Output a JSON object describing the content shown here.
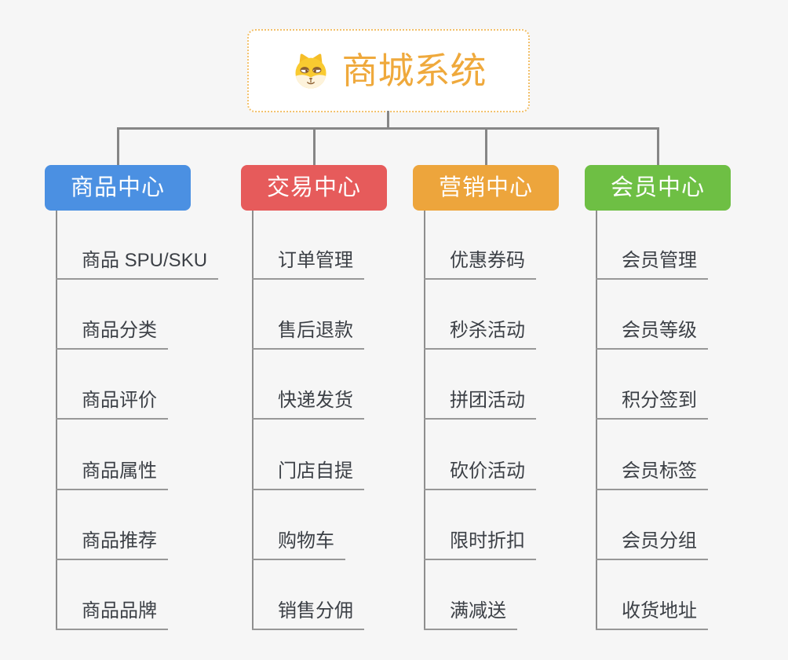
{
  "canvas": {
    "background": "#F6F6F6"
  },
  "root": {
    "title": "商城系统",
    "title_color": "#EFA93C",
    "border_color": "#F2C06A",
    "icon": "dog-face-icon"
  },
  "connector_color": "#868686",
  "branches": [
    {
      "label": "商品中心",
      "color": "#4B90E2",
      "items": [
        "商品 SPU/SKU",
        "商品分类",
        "商品评价",
        "商品属性",
        "商品推荐",
        "商品品牌"
      ]
    },
    {
      "label": "交易中心",
      "color": "#E65B5B",
      "items": [
        "订单管理",
        "售后退款",
        "快递发货",
        "门店自提",
        "购物车",
        "销售分佣"
      ]
    },
    {
      "label": "营销中心",
      "color": "#EDA53C",
      "items": [
        "优惠券码",
        "秒杀活动",
        "拼团活动",
        "砍价活动",
        "限时折扣",
        "满减送"
      ]
    },
    {
      "label": "会员中心",
      "color": "#6EBF44",
      "items": [
        "会员管理",
        "会员等级",
        "积分签到",
        "会员标签",
        "会员分组",
        "收货地址"
      ]
    }
  ]
}
